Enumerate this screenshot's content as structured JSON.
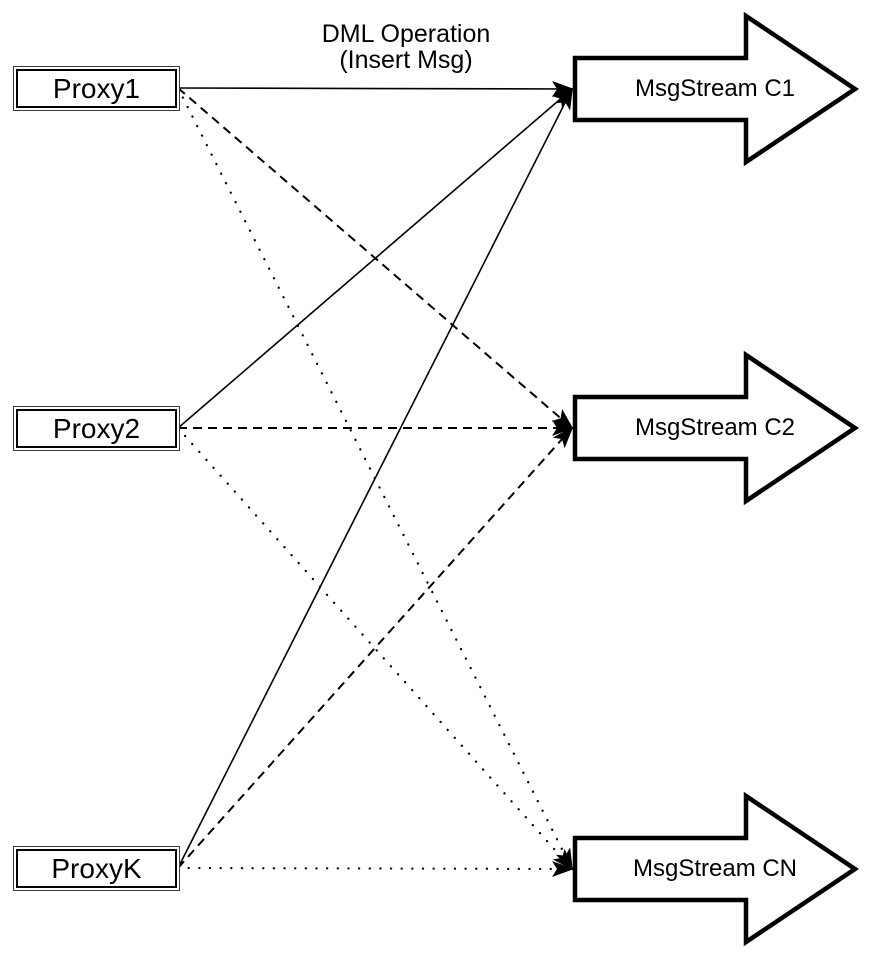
{
  "annotation": {
    "line1": "DML Operation",
    "line2": "(Insert Msg)"
  },
  "proxies": [
    {
      "id": "proxy1",
      "label": "Proxy1"
    },
    {
      "id": "proxy2",
      "label": "Proxy2"
    },
    {
      "id": "proxyk",
      "label": "ProxyK"
    }
  ],
  "streams": [
    {
      "id": "stream-c1",
      "label": "MsgStream C1"
    },
    {
      "id": "stream-c2",
      "label": "MsgStream C2"
    },
    {
      "id": "stream-cn",
      "label": "MsgStream CN"
    }
  ],
  "edges": [
    {
      "from": "proxy1",
      "to": "stream-c1",
      "style": "solid"
    },
    {
      "from": "proxy1",
      "to": "stream-c2",
      "style": "dashed"
    },
    {
      "from": "proxy1",
      "to": "stream-cn",
      "style": "dotted"
    },
    {
      "from": "proxy2",
      "to": "stream-c1",
      "style": "solid"
    },
    {
      "from": "proxy2",
      "to": "stream-c2",
      "style": "dashed"
    },
    {
      "from": "proxy2",
      "to": "stream-cn",
      "style": "dotted"
    },
    {
      "from": "proxyk",
      "to": "stream-c1",
      "style": "solid"
    },
    {
      "from": "proxyk",
      "to": "stream-c2",
      "style": "dashed"
    },
    {
      "from": "proxyk",
      "to": "stream-cn",
      "style": "dotted"
    }
  ],
  "colors": {
    "stroke": "#000000",
    "fill": "#ffffff"
  }
}
